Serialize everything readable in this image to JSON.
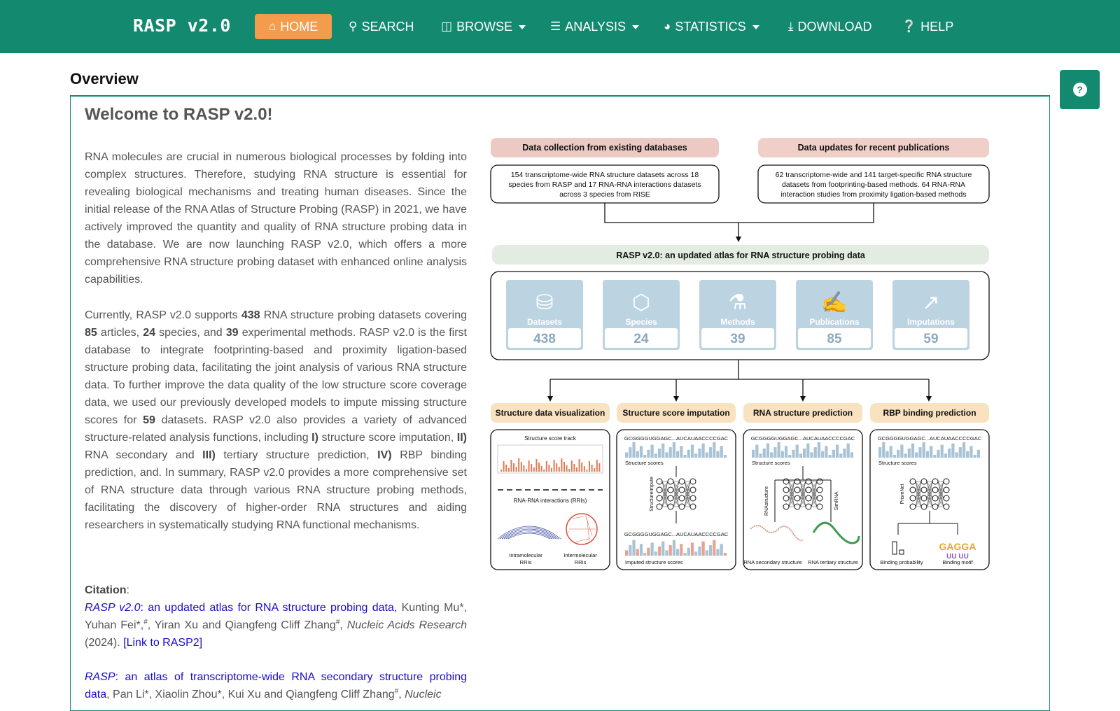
{
  "nav": {
    "brand": "RASP v2.0",
    "items": [
      {
        "label": "HOME",
        "icon": "home-icon"
      },
      {
        "label": "SEARCH",
        "icon": "search-icon"
      },
      {
        "label": "BROWSE",
        "icon": "table-icon"
      },
      {
        "label": "ANALYSIS",
        "icon": "server-icon"
      },
      {
        "label": "STATISTICS",
        "icon": "pie-chart-icon"
      },
      {
        "label": "DOWNLOAD",
        "icon": "download-icon"
      },
      {
        "label": "HELP",
        "icon": "question-circle-icon"
      }
    ]
  },
  "page": {
    "overview_title": "Overview",
    "welcome": "Welcome to RASP v2.0!",
    "intro": "RNA molecules are crucial in numerous biological processes by folding into complex structures. Therefore, studying RNA structure is essential for revealing biological mechanisms and treating human diseases. Since the initial release of the RNA Atlas of Structure Probing (RASP) in 2021, we have actively improved the quantity and quality of RNA structure probing data in the database. We are now launching RASP v2.0, which offers a more comprehensive RNA structure probing dataset with enhanced online analysis capabilities.",
    "p2": {
      "s1": "Currently, RASP v2.0 supports ",
      "n_datasets": "438",
      "s2": " RNA structure probing datasets covering ",
      "n_articles": "85",
      "s3": " articles, ",
      "n_species": "24",
      "s4": " species, and ",
      "n_methods": "39",
      "s5": " experimental methods. RASP v2.0 is the first database to integrate footprinting-based and proximity ligation-based structure probing data, facilitating the joint analysis of various RNA structure data. To further improve the data quality of the low structure score coverage data, we used our previously developed models to impute missing structure scores for ",
      "n_imputed": "59",
      "s6": " datasets. RASP v2.0 also provides a variety of advanced structure-related analysis functions, including ",
      "r1": "I)",
      "s7": " structure score imputation, ",
      "r2": "II)",
      "s8": " RNA secondary and ",
      "r3": "III)",
      "s9": " tertiary structure prediction, ",
      "r4": "IV)",
      "s10": " RBP binding prediction, and. In summary, RASP v2.0 provides a more comprehensive set of RNA structure data through various RNA structure probing methods, facilitating the discovery of higher-order RNA structures and aiding researchers in systematically studying RNA functional mechanisms."
    },
    "citation": {
      "label": "Citation",
      "colon": ":",
      "c1": {
        "title_italic": "RASP v2.0",
        "title_rest": ": an updated atlas for RNA structure probing data,",
        "authors": " Kunting Mu*, Yuhan Fei*,",
        "sup1": "#",
        "authors2": ", Yiran Xu and Qiangfeng Cliff Zhang",
        "sup2": "#",
        "sep": ", ",
        "journal": "Nucleic Acids Research",
        "year": " (2024). ",
        "link": "[Link to RASP2]"
      },
      "c2": {
        "title_italic": "RASP",
        "title_rest": ": an atlas of transcriptome-wide RNA secondary structure probing data",
        "authors": ", Pan Li*, Xiaolin Zhou*, Kui Xu and Qiangfeng Cliff Zhang",
        "sup": "#",
        "sep": ", ",
        "journal": "Nucleic"
      }
    }
  },
  "figure": {
    "top_left_header": "Data collection from existing databases",
    "top_right_header": "Data updates for recent publications",
    "top_left_lines": [
      "154 transcriptome-wide RNA structure datasets across 18",
      "species from RASP and 17 RNA-RNA interactions datasets",
      "across 3 species from RISE"
    ],
    "top_right_lines": [
      "62 transcriptome-wide and 141 target-specific RNA structure",
      "datasets from footprinting-based methods. 64 RNA-RNA",
      "interaction studies from proximity ligation-based methods"
    ],
    "middle_header": "RASP v2.0: an updated atlas for RNA structure probing data",
    "stats": [
      {
        "label": "Datasets",
        "value": "438",
        "icon": "database-icon"
      },
      {
        "label": "Species",
        "value": "24",
        "icon": "cells-icon"
      },
      {
        "label": "Methods",
        "value": "39",
        "icon": "flask-icon"
      },
      {
        "label": "Publications",
        "value": "85",
        "icon": "paper-quill-icon"
      },
      {
        "label": "Imputations",
        "value": "59",
        "icon": "growth-chart-icon"
      }
    ],
    "functions": [
      {
        "header": "Structure data visualization",
        "t1": "Structure score track",
        "t2": "RNA-RNA interactions (RRIs)",
        "t3": "Intramolecular",
        "t3b": "RRIs",
        "t4": "Intermolecular",
        "t4b": "RRIs"
      },
      {
        "header": "Structure score imputation",
        "seq1": "GCGGGGUGGAGC...AUCAUAACCCCGAC",
        "t1": "Structure scores",
        "t2": "StructureImpute",
        "seq2": "GCGGGGUGGAGC...AUCAUAACCCCGAC",
        "t3": "Imputed structure scores"
      },
      {
        "header": "RNA structure prediction",
        "seq1": "GCGGGGUGGAGC...AUCAUAACCCCGAC",
        "t1": "Structure scores",
        "t2": "RNAstructure",
        "t3": "SimRNA",
        "t4": "RNA secondary structure",
        "t5": "RNA tertiary structure"
      },
      {
        "header": "RBP binding prediction",
        "seq1": "GCGGGGUGGAGC...AUCAUAACCCCGAC",
        "t1": "Structure scores",
        "t2": "PrismNet",
        "t3": "Binding probability",
        "t4": "Binding motif",
        "motif": "GAGGA",
        "motif2": "UU UU"
      }
    ]
  }
}
